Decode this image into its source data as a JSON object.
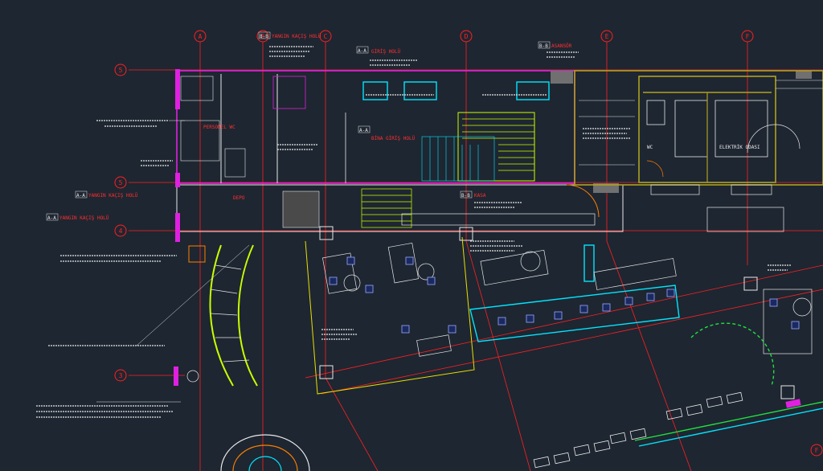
{
  "canvas": {
    "background": "#1e2631"
  },
  "colors": {
    "grid": "#ff2020",
    "wall_magenta": "#e020e0",
    "yellow": "#e8e000",
    "yellowgreen": "#c8ff00",
    "cyan": "#00e6ff",
    "white": "#e8e8e8",
    "olive": "#b0a020",
    "green": "#20e040",
    "orange": "#ff7f00",
    "blue": "#3060ff"
  },
  "grid_axes": {
    "vertical": [
      "A",
      "B",
      "C",
      "D",
      "E",
      "F"
    ],
    "horizontal": [
      "5",
      "5",
      "4",
      "3"
    ],
    "lower": "F"
  },
  "section_tags": {
    "t1": "B-B",
    "t2": "A-A",
    "t3": "A-A",
    "t4": "A-A",
    "t5": "A-A",
    "t6": "B-B",
    "t7": "B-B"
  },
  "room_labels": {
    "r1": "GİRİŞ HOLÜ",
    "r2": "BİNA GİRİŞ HOLÜ",
    "r3": "YANGIN KAÇIŞ HOLÜ",
    "r4": "YANGIN KAÇIŞ HOLÜ",
    "r5": "KASA",
    "r6": "YANGIN KAÇIŞ HOLÜ",
    "r7": "ASANSÖR",
    "r8": "PERSONEL WC",
    "r9": "DEPO",
    "r10": "WC",
    "r11": "ELEKTRİK ODASI"
  }
}
